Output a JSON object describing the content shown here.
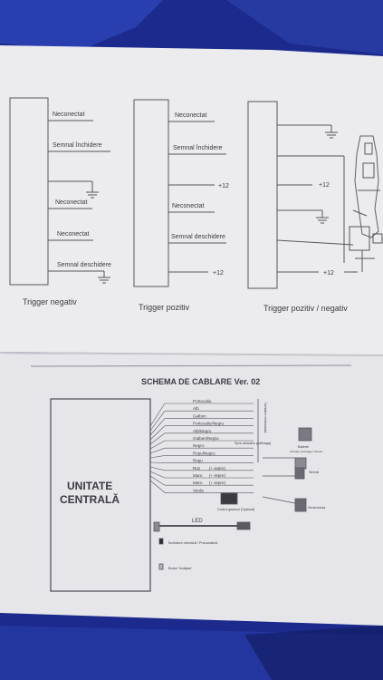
{
  "panels": [
    {
      "caption": "Trigger  negativ",
      "labels": [
        "Neconectat",
        "Semnal închidere",
        "Neconectat",
        "Neconectat",
        "Semnal deschidere"
      ]
    },
    {
      "caption": "Trigger  pozitiv",
      "labels": [
        "Neconectat",
        "Semnal închidere",
        "+12",
        "Neconectat",
        "Semnal deschidere",
        "+12"
      ]
    },
    {
      "caption": "Trigger  pozitiv / negativ",
      "labels": [
        "+12",
        "+12"
      ]
    }
  ],
  "schema": {
    "title": "SCHEMA DE CABLARE Ver. 02",
    "unit_line1": "UNITATE",
    "unit_line2": "CENTRALĂ",
    "wires": [
      "Portocaliu",
      "Alb",
      "Galben",
      "Portocaliu/Negru",
      "Alb/Negru",
      "Galben/Negru",
      "Negru",
      "Roşu/Negru",
      "Roşu",
      "Roz",
      "Maro",
      "Maro",
      "Verde"
    ],
    "wire_tags": [
      "(+ ieşire)",
      "(+ ieşire)",
      "(+ ieşire)"
    ],
    "annotations": {
      "actuator": "Spre actuator portbagaj",
      "battery": "Baterie",
      "battery_sub": "Actuator portbagaj / Sirenă",
      "siren": "Sirenă",
      "sensor": "Senzor/ușa",
      "module": "Control geamuri (Opțional)",
      "led": "LED",
      "lock": "Închidere electrică / Pneumatică",
      "button": "Buton 'învăţare'",
      "vertical": "Închidere centralizată"
    }
  },
  "colors": {
    "paper": "#ededf0",
    "fabric": "#1b2a8c",
    "ink": "#3a3a40"
  }
}
